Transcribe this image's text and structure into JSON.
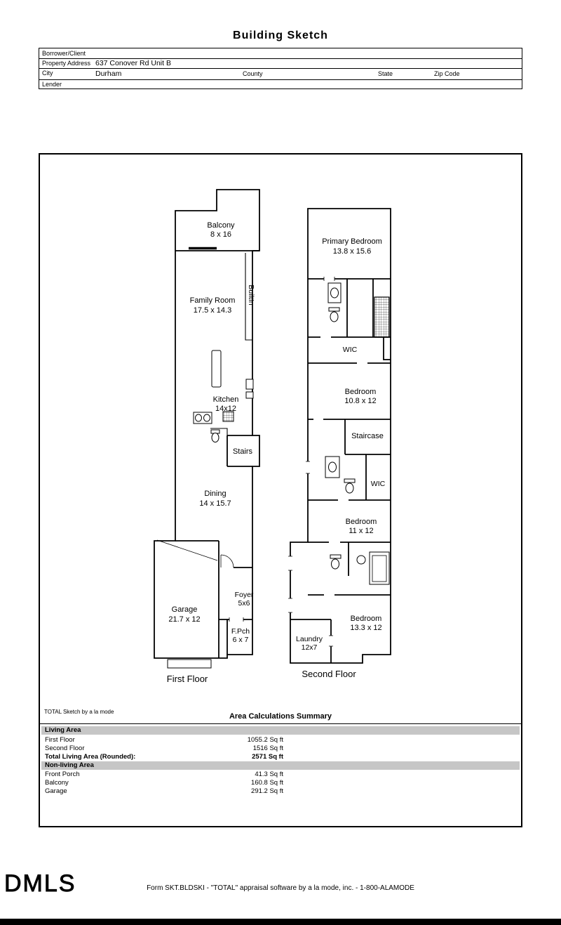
{
  "title": "Building Sketch",
  "form": {
    "borrower_label": "Borrower/Client",
    "property_label": "Property Address",
    "property_value": "637 Conover Rd Unit B",
    "city_label": "City",
    "city_value": "Durham",
    "county_label": "County",
    "state_label": "State",
    "zip_label": "Zip Code",
    "lender_label": "Lender"
  },
  "sketch": {
    "first_floor": {
      "floor_label": "First Floor",
      "rooms": {
        "balcony": {
          "name": "Balcony",
          "dims": "8 x 16"
        },
        "family_room": {
          "name": "Family Room",
          "dims": "17.5 x 14.3"
        },
        "builtin": {
          "name": "BuiltIn"
        },
        "kitchen": {
          "name": "Kitchen",
          "dims": "14x12"
        },
        "stairs": {
          "name": "Stairs"
        },
        "dining": {
          "name": "Dining",
          "dims": "14 x 15.7"
        },
        "garage": {
          "name": "Garage",
          "dims": "21.7 x 12"
        },
        "foyer": {
          "name": "Foyer",
          "dims": "5x6"
        },
        "front_porch": {
          "name": "F.Pch",
          "dims": "6 x 7"
        }
      }
    },
    "second_floor": {
      "floor_label": "Second Floor",
      "rooms": {
        "primary_bedroom": {
          "name": "Primary Bedroom",
          "dims": "13.8 x 15.6"
        },
        "wic_upper": {
          "name": "WIC"
        },
        "bedroom_2": {
          "name": "Bedroom",
          "dims": "10.8 x 12"
        },
        "staircase": {
          "name": "Staircase"
        },
        "wic_lower": {
          "name": "WIC"
        },
        "bedroom_3": {
          "name": "Bedroom",
          "dims": "11 x 12"
        },
        "bedroom_4": {
          "name": "Bedroom",
          "dims": "13.3 x 12"
        },
        "laundry": {
          "name": "Laundry",
          "dims": "12x7"
        }
      }
    }
  },
  "area_summary": {
    "watermark": "TOTAL Sketch by a la mode",
    "title": "Area Calculations Summary",
    "living_header": "Living Area",
    "living_rows": [
      {
        "label": "First Floor",
        "value": "1055.2 Sq ft"
      },
      {
        "label": "Second Floor",
        "value": "1516 Sq ft"
      }
    ],
    "total_label": "Total Living Area (Rounded):",
    "total_value": "2571 Sq ft",
    "nonliving_header": "Non-living Area",
    "nonliving_rows": [
      {
        "label": "Front Porch",
        "value": "41.3 Sq ft"
      },
      {
        "label": "Balcony",
        "value": "160.8 Sq ft"
      },
      {
        "label": "Garage",
        "value": "291.2 Sq ft"
      }
    ]
  },
  "footer": {
    "logo": "DMLS",
    "text": "Form SKT.BLDSKI - \"TOTAL\" appraisal software by a la mode, inc. - 1-800-ALAMODE"
  },
  "colors": {
    "band_gray": "#c6c6c6",
    "line_black": "#000000"
  }
}
